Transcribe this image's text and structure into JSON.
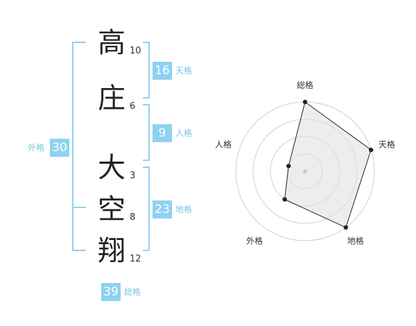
{
  "name": {
    "chars": [
      {
        "char": "高",
        "strokes": "10"
      },
      {
        "char": "庄",
        "strokes": "6"
      },
      {
        "char": "大",
        "strokes": "3"
      },
      {
        "char": "空",
        "strokes": "8"
      },
      {
        "char": "翔",
        "strokes": "12"
      }
    ]
  },
  "fortunes": {
    "tenkaku": {
      "value": "16",
      "label": "天格"
    },
    "jinkaku": {
      "value": "9",
      "label": "人格"
    },
    "chikaku": {
      "value": "23",
      "label": "地格"
    },
    "gaikaku": {
      "value": "30",
      "label": "外格"
    },
    "soukaku": {
      "value": "39",
      "label": "総格"
    }
  },
  "chart_data": {
    "type": "radar",
    "axes": [
      "総格",
      "天格",
      "地格",
      "外格",
      "人格"
    ],
    "values": [
      4,
      4,
      4,
      2,
      1
    ],
    "max": 4,
    "rings": 4,
    "grid": true
  }
}
